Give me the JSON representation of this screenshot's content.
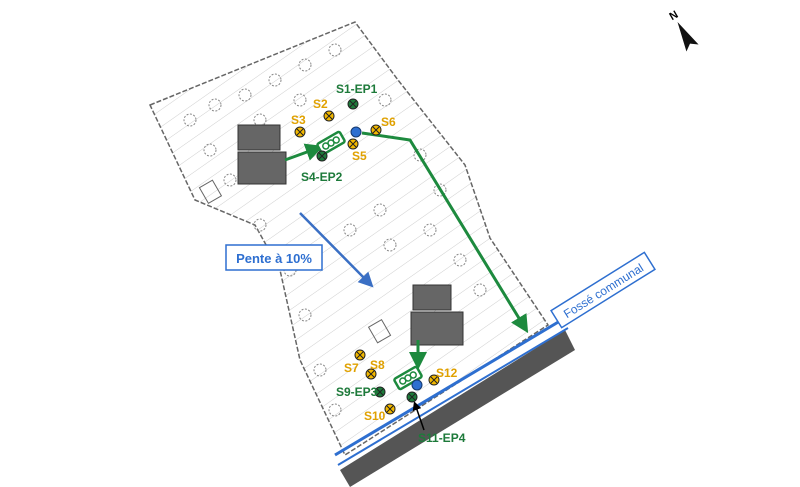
{
  "colors": {
    "green": "#1d8a3e",
    "yellow": "#f2b800",
    "blue": "#2e6fd0",
    "road": "#555555"
  },
  "annotations": {
    "slope": "Pente à 10%",
    "ditch": "Fossé communal"
  },
  "points": {
    "s1": "S1-EP1",
    "s2": "S2",
    "s3": "S3",
    "s4": "S4-EP2",
    "s5": "S5",
    "s6": "S6",
    "s7": "S7",
    "s8": "S8",
    "s9": "S9-EP3",
    "s10": "S10",
    "s11": "S11-EP4",
    "s12": "S12"
  },
  "icons": {
    "north": "north-arrow-icon",
    "soakaway": "x-circle-marker",
    "inspection": "blue-manhole-marker"
  }
}
